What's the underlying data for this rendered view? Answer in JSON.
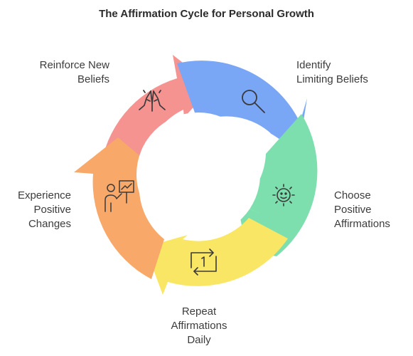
{
  "title": "The Affirmation Cycle for Personal Growth",
  "steps": [
    {
      "name": "reinforce",
      "lines": [
        "Reinforce New",
        "Beliefs"
      ],
      "color": "#f59391",
      "icon": "praying-hands-icon"
    },
    {
      "name": "identify",
      "lines": [
        "Identify",
        "Limiting Beliefs"
      ],
      "color": "#7aa6f6",
      "icon": "search-icon"
    },
    {
      "name": "choose",
      "lines": [
        "Choose",
        "Positive",
        "Affirmations"
      ],
      "color": "#7ddfae",
      "icon": "sun-smile-icon"
    },
    {
      "name": "repeat",
      "lines": [
        "Repeat",
        "Affirmations",
        "Daily"
      ],
      "color": "#f9e665",
      "icon": "repeat-one-icon"
    },
    {
      "name": "experience",
      "lines": [
        "Experience",
        "Positive",
        "Changes"
      ],
      "color": "#f8a868",
      "icon": "presenter-chart-icon"
    }
  ]
}
